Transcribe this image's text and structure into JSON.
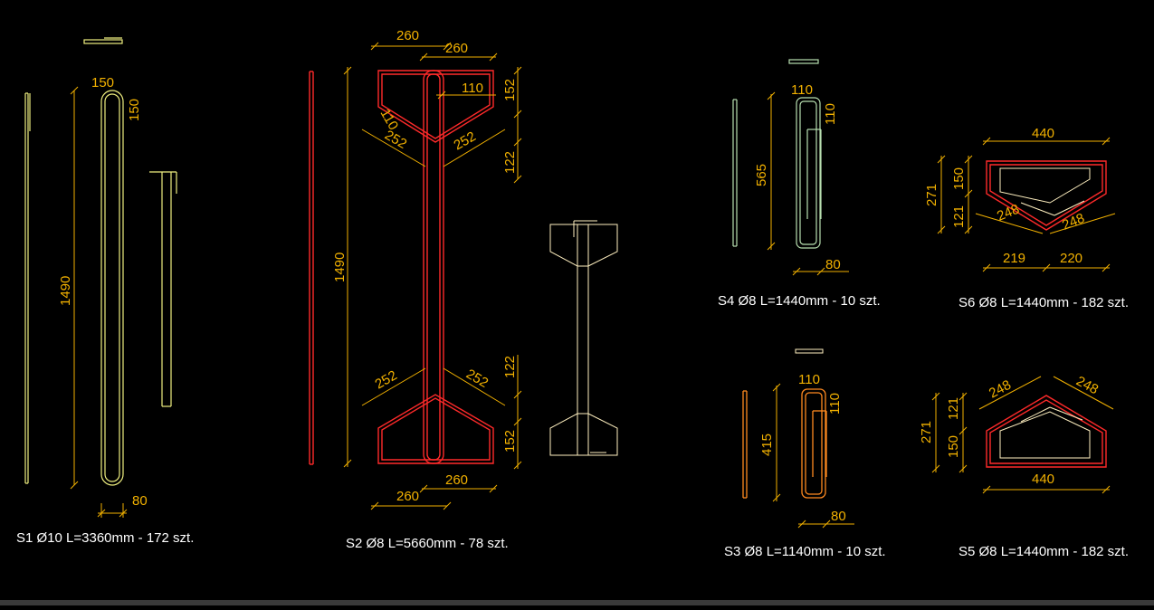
{
  "drawing": {
    "background": "#000000",
    "dimension_color": "#f2b100",
    "caption_color": "#ffffff"
  },
  "captions": {
    "s1": "S1 Ø10 L=3360mm - 172 szt.",
    "s2": "S2 Ø8 L=5660mm - 78 szt.",
    "s3": "S3 Ø8 L=1140mm - 10 szt.",
    "s4": "S4 Ø8 L=1440mm - 10 szt.",
    "s5": "S5 Ø8 L=1440mm - 182 szt.",
    "s6": "S6 Ø8 L=1440mm - 182 szt."
  },
  "dimensions": {
    "s1": {
      "top_a": "150",
      "top_b": "150",
      "height": "1490",
      "bottom": "80"
    },
    "s2": {
      "top_260_a": "260",
      "top_260_b": "260",
      "top_110": "110",
      "top_152": "152",
      "top_122": "122",
      "top_diag_110": "110",
      "top_252_l": "252",
      "top_252_r": "252",
      "height": "1490",
      "bot_252_l": "252",
      "bot_252_r": "252",
      "bot_122": "122",
      "bot_152": "152",
      "bot_260_a": "260",
      "bot_260_b": "260"
    },
    "s3": {
      "w110": "110",
      "h110": "110",
      "height": "415",
      "bottom": "80"
    },
    "s4": {
      "w110": "110",
      "h110": "110",
      "height": "565",
      "bottom": "80"
    },
    "s5": {
      "d248_l": "248",
      "d248_r": "248",
      "h121": "121",
      "h271": "271",
      "h150": "150",
      "w440": "440"
    },
    "s6": {
      "w440": "440",
      "h271": "271",
      "h150": "150",
      "h121": "121",
      "d248_l": "248",
      "d248_r": "248",
      "w219": "219",
      "w220": "220"
    }
  }
}
